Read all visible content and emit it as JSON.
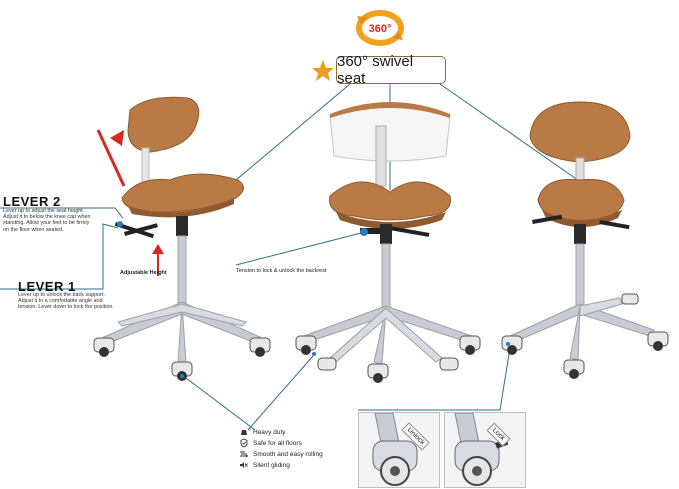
{
  "header": {
    "rotation_badge": "360°",
    "swivel_label": "360° swivel seat"
  },
  "left_chair": {
    "lever2_title": "LEVER 2",
    "lever2_desc_1": "Lever up to adjust the seat height.",
    "lever2_desc_2": "Adjust it to below the knee cap when",
    "lever2_desc_3": "standing. Allow your feet to be firmly",
    "lever2_desc_4": "on the floor when seated.",
    "lever1_title": "LEVER 1",
    "lever1_desc_1": "Lever up to unlock the back support.",
    "lever1_desc_2": "Adjust it to a comfortable angle and",
    "lever1_desc_3": "tension. Lever down to lock the position.",
    "adjustable_height": "Adjustable Height"
  },
  "center_chair": {
    "tension_label": "Tension to lock & unlock the backrest"
  },
  "features": [
    {
      "icon": "shield-weight-icon",
      "label": "Heavy duty"
    },
    {
      "icon": "shield-check-icon",
      "label": "Safe for all floors"
    },
    {
      "icon": "roll-lines-icon",
      "label": "Smooth and easy rolling"
    },
    {
      "icon": "speaker-off-icon",
      "label": "Silent gliding"
    }
  ],
  "casters": {
    "unlock_label": "Unlock",
    "lock_label": "Lock"
  },
  "colors": {
    "upholstery": "#b97a45",
    "upholstery_shadow": "#8f5a2f",
    "chrome": "#c8ccd2",
    "accent_red": "#d42a1f",
    "accent_orange": "#f0a020"
  }
}
